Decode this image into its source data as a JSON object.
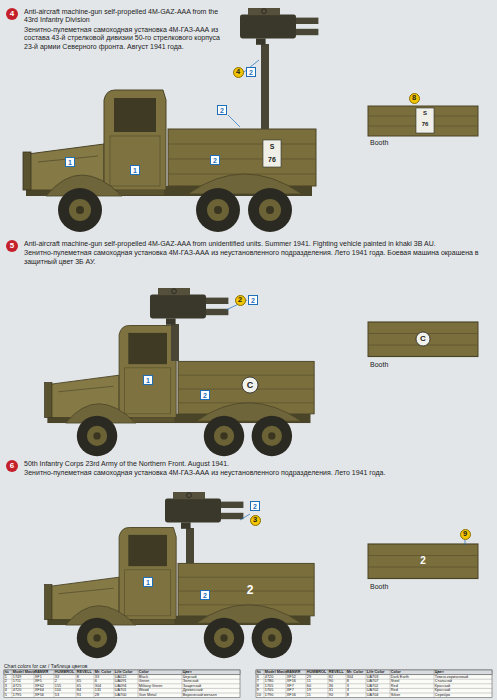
{
  "diagram": {
    "nodes": [
      {
        "text": [
          "4"
        ]
      },
      {
        "text": [
          "4"
        ]
      },
      {
        "text": [
          "2"
        ]
      },
      {
        "text": [
          "8"
        ]
      },
      {
        "text": [
          "2"
        ]
      },
      {
        "text": [
          "2"
        ]
      },
      {
        "text": [
          "1"
        ]
      },
      {
        "text": [
          "1"
        ]
      },
      {
        "text": [
          "5"
        ]
      },
      {
        "text": [
          "2"
        ]
      },
      {
        "text": [
          "2"
        ]
      },
      {
        "text": [
          "1"
        ]
      },
      {
        "text": [
          "2"
        ]
      },
      {
        "text": [
          "6"
        ]
      },
      {
        "text": [
          "2"
        ]
      },
      {
        "text": [
          "3"
        ]
      },
      {
        "text": [
          "9"
        ]
      },
      {
        "text": [
          "1"
        ]
      },
      {
        "text": [
          "2"
        ]
      }
    ],
    "labels": [
      "Anti-aircraft machine-gun self-propelled 4M-GAZ-AAA from the 43rd Infantry Division",
      "Зенитно-пулеметная самоходная установка 4М-ГАЗ-ААА из состава 43-й стрелковой дивизии 50-го стрелкового корпуса 23-й армии Северного фронта. Август 1941 года.",
      "S",
      "76",
      "S",
      "76",
      "Booth",
      "Anti-aircraft machine-gun self-propelled 4M-GAZ-AAA from unidentified units. Summer 1941. Fighting vehicle painted in khaki 3B AU.",
      "Зенитно-пулеметная самоходная установка 4М-ГАЗ-ААА из неустановленного подразделения. Лето 1941 года. Боевая машина окрашена в защитный цвет 3Б АУ.",
      "C",
      "C",
      "Booth",
      "50th Infantry Corps 23rd Army of the Northern Front. August 1941.",
      "Зенитно-пулеметная самоходная установка 4М-ГАЗ-ААА из неустановленного подразделения. Лето 1941 года.",
      "2",
      "2",
      "Booth",
      "Chart colors for car / Таблица цветов",
      "№",
      "Model Master",
      "ТАМИЯ",
      "HUMBROL",
      "REVELL",
      "Mr. Color",
      "Life Color",
      "Color",
      "Цвет",
      "1",
      "1749",
      "XF1",
      "33",
      "8",
      "33",
      "UA022",
      "Black",
      "Черный",
      "2",
      "1711",
      "XF5",
      "2",
      "65",
      "6",
      "UA091",
      "Green",
      "Зеленый",
      "3",
      "4725",
      "XF62",
      "155",
      "65",
      "304",
      "UA094",
      "Military Green",
      "Защитный",
      "4",
      "4720",
      "XF64",
      "110",
      "84",
      "131",
      "UA701",
      "Wood",
      "Древесный",
      "5",
      "1795",
      "XF56",
      "53",
      "91",
      "28",
      "UA700",
      "Gun Metal",
      "Вороненый металл",
      "№",
      "Model Master",
      "ТАМИЯ",
      "HUMBROL",
      "REVELL",
      "Mr. Color",
      "Life Color",
      "Color",
      "Цвет",
      "6",
      "4720",
      "XF52",
      "29",
      "82",
      "304",
      "UA703",
      "Dark Earth",
      "Темно-коричневый",
      "7",
      "1780",
      "XF16",
      "11",
      "90",
      "8",
      "UA707",
      "Steel",
      "Стальной",
      "8",
      "1705",
      "XF7",
      "60",
      "36",
      "3",
      "UA702",
      "Red",
      "Красный",
      "9",
      "1705",
      "XF7",
      "19",
      "31",
      "3",
      "UA702",
      "Red",
      "Красный",
      "10",
      "1790",
      "XF16",
      "11",
      "90",
      "8",
      "UA704",
      "Silver",
      "Серебро"
    ]
  }
}
